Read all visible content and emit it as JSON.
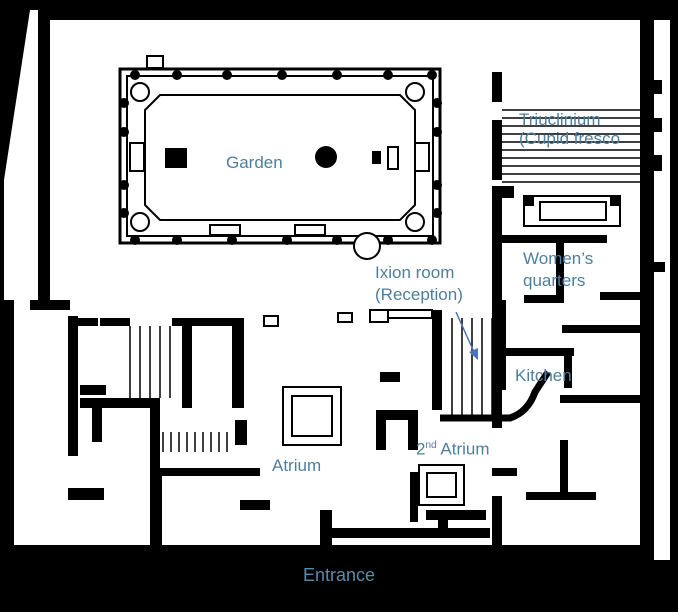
{
  "labels": {
    "garden": "Garden",
    "triclinium_line1": "Triuclinium",
    "triclinium_line2": "(Cupid fresco",
    "womens_line1": "Women’s",
    "womens_line2": "quarters",
    "ixion_line1": "Ixion room",
    "ixion_line2": "(Reception)",
    "kitchen": "Kitchen",
    "atrium": "Atrium",
    "second_atrium_num": "2",
    "second_atrium_sup": "nd",
    "second_atrium_word": " Atrium",
    "entrance": "Entrance"
  },
  "colors": {
    "background": "#000000",
    "paper": "#ffffff",
    "walls": "#000000",
    "label": "#4e7f9c",
    "arrow": "#4d74b8"
  }
}
